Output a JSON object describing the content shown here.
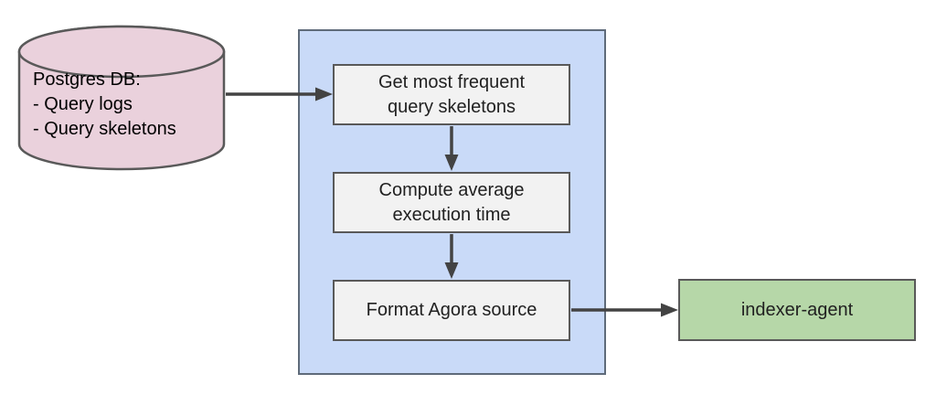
{
  "diagram": {
    "database": {
      "line1": "Postgres DB:",
      "line2": "- Query logs",
      "line3": "- Query skeletons"
    },
    "pipeline": {
      "steps": [
        {
          "line1": "Get most frequent",
          "line2": "query skeletons"
        },
        {
          "line1": "Compute average",
          "line2": "execution time"
        },
        {
          "line1": "Format Agora source",
          "line2": ""
        }
      ]
    },
    "output": {
      "label": "indexer-agent"
    },
    "colors": {
      "database_fill": "#ead1dc",
      "container_fill": "#c9daf8",
      "step_fill": "#f2f2f2",
      "output_fill": "#b6d7a8",
      "border": "#595959",
      "arrow": "#434343"
    }
  }
}
